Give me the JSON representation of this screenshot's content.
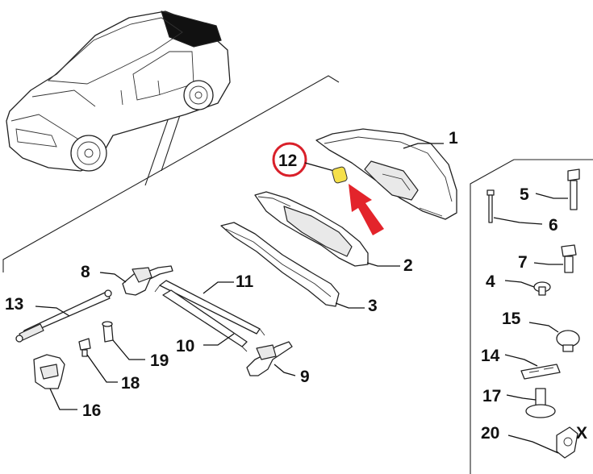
{
  "parts": [
    {
      "id": "1",
      "label": "1"
    },
    {
      "id": "2",
      "label": "2"
    },
    {
      "id": "3",
      "label": "3"
    },
    {
      "id": "4",
      "label": "4"
    },
    {
      "id": "5",
      "label": "5"
    },
    {
      "id": "6",
      "label": "6"
    },
    {
      "id": "7",
      "label": "7"
    },
    {
      "id": "8",
      "label": "8"
    },
    {
      "id": "9",
      "label": "9"
    },
    {
      "id": "10",
      "label": "10"
    },
    {
      "id": "11",
      "label": "11"
    },
    {
      "id": "12",
      "label": "12"
    },
    {
      "id": "13",
      "label": "13"
    },
    {
      "id": "14",
      "label": "14"
    },
    {
      "id": "15",
      "label": "15"
    },
    {
      "id": "16",
      "label": "16"
    },
    {
      "id": "17",
      "label": "17"
    },
    {
      "id": "18",
      "label": "18"
    },
    {
      "id": "19",
      "label": "19"
    },
    {
      "id": "20",
      "label": "20"
    }
  ],
  "corner_mark": "X",
  "highlight": {
    "part": "12",
    "circle_color": "#d9202a",
    "arrow_color": "#e3242b",
    "part_color": "#f5e04a"
  }
}
